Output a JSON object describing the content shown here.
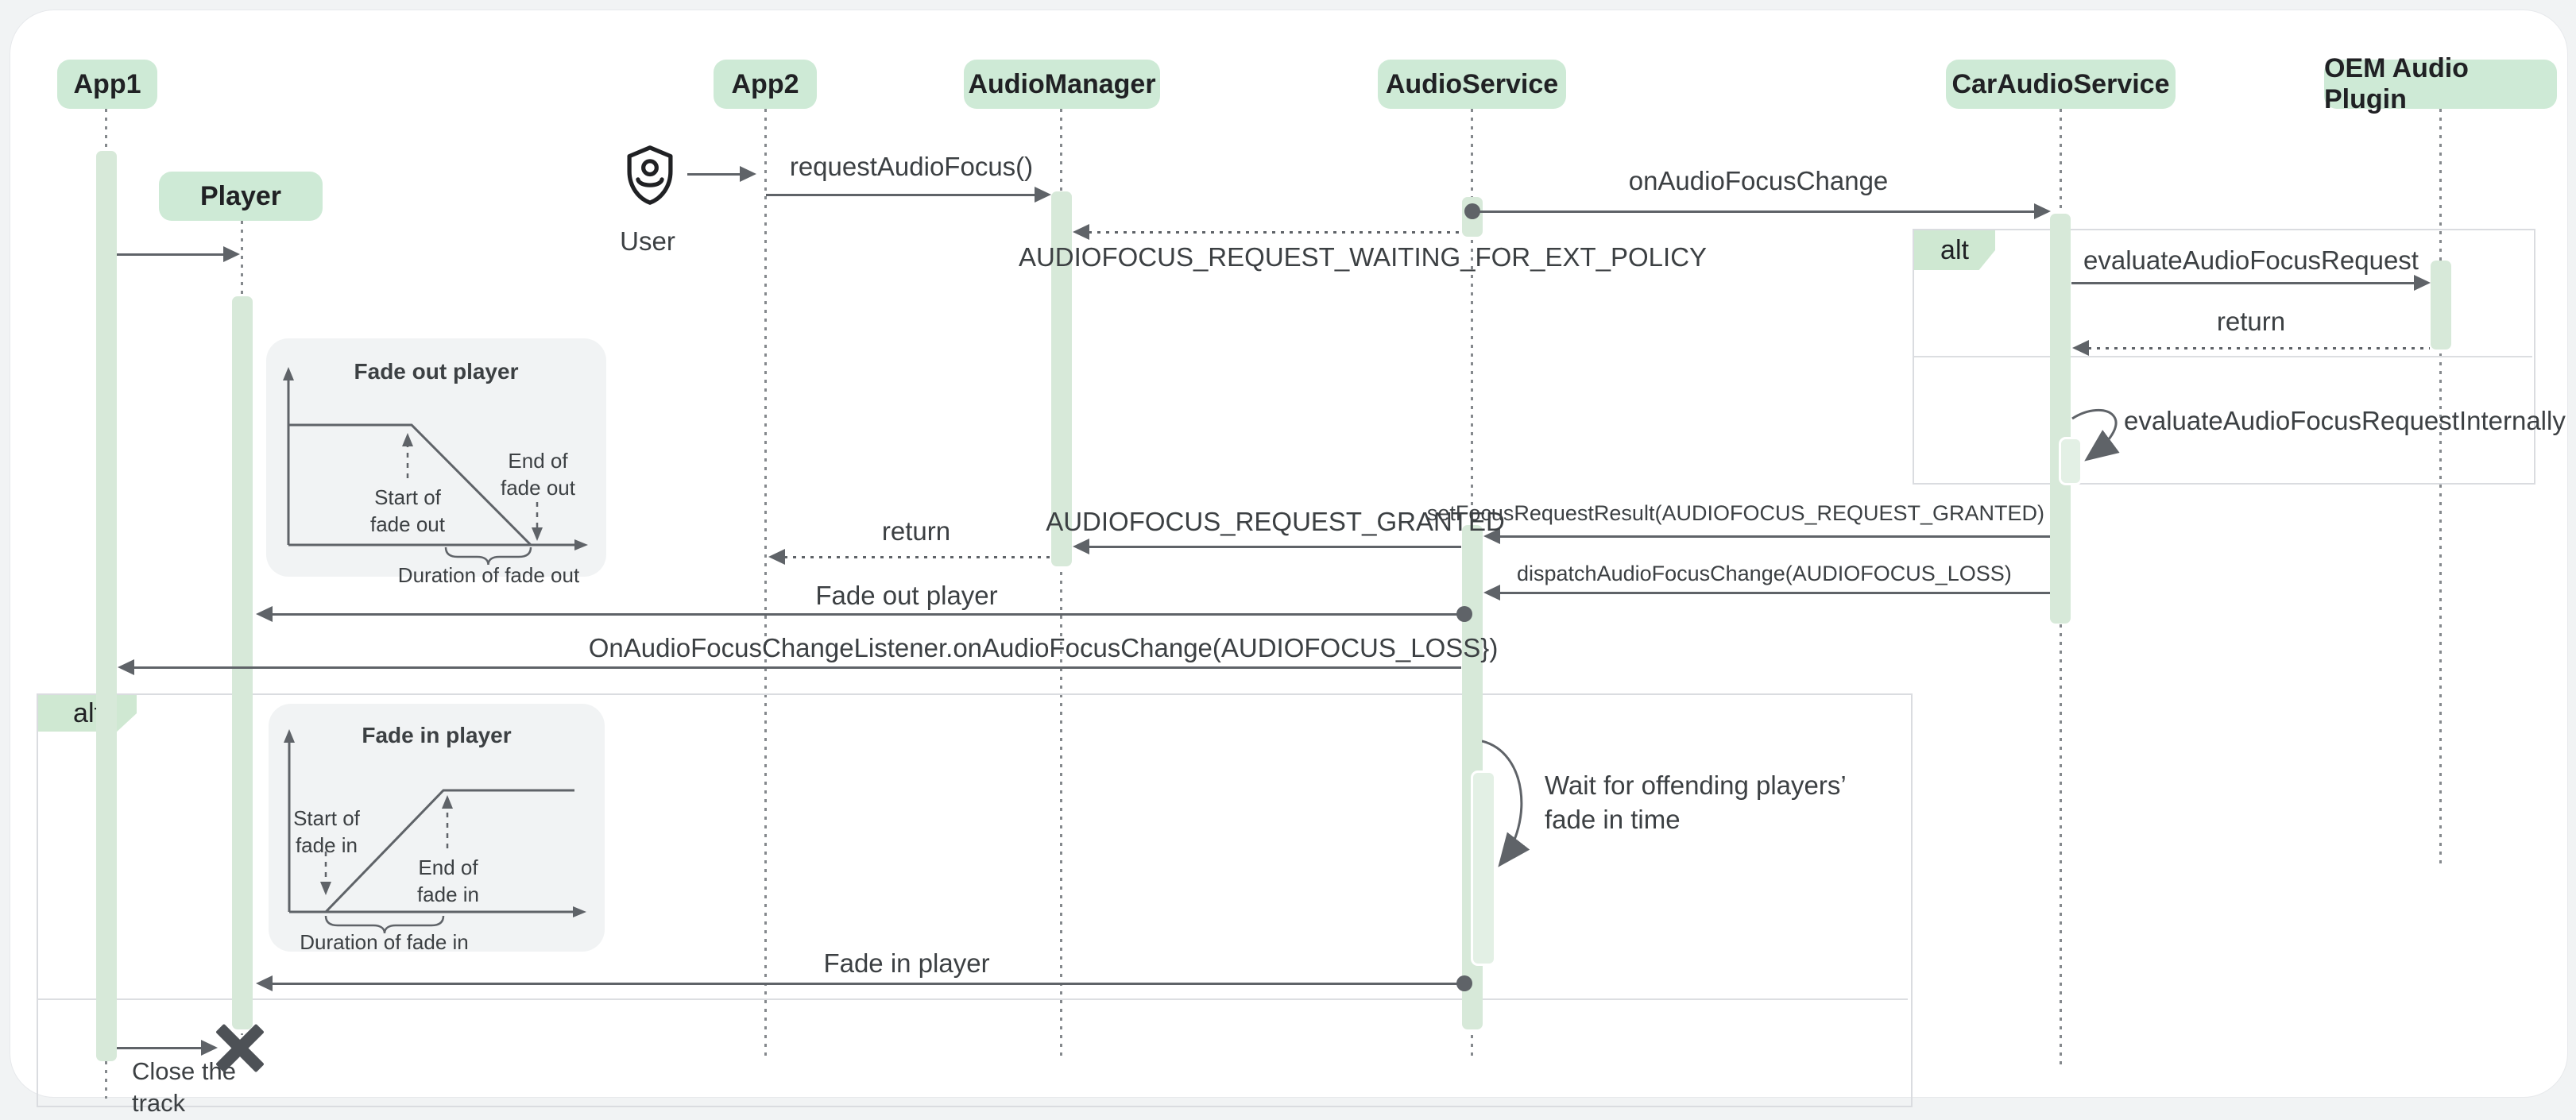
{
  "colors": {
    "participant_fill": "#ceead6",
    "activation_fill": "#d7e9d9",
    "frame_label_fill": "#cfe8d2",
    "line": "#5f6368",
    "text": "#3c4043",
    "title_text": "#202124",
    "inset_bg": "#f1f3f4",
    "canvas_bg": "#ffffff",
    "page_bg": "#f1f3f4"
  },
  "actor": {
    "label": "User"
  },
  "participants": [
    {
      "label": "App1"
    },
    {
      "label": "Player"
    },
    {
      "label": "App2"
    },
    {
      "label": "AudioManager"
    },
    {
      "label": "AudioService"
    },
    {
      "label": "CarAudioService"
    },
    {
      "label": "OEM Audio Plugin"
    }
  ],
  "frames": {
    "alt_right": {
      "label": "alt"
    },
    "alt_left": {
      "label": "alt"
    }
  },
  "messages": {
    "request_audio_focus": "requestAudioFocus()",
    "on_audio_focus_change": "onAudioFocusChange",
    "waiting_ext_policy": "AUDIOFOCUS_REQUEST_WAITING_FOR_EXT_POLICY",
    "evaluate_request": "evaluateAudioFocusRequest",
    "return_oem": "return",
    "evaluate_internally": "evaluateAudioFocusRequestInternally",
    "set_focus_result": "setFocusRequestResult(AUDIOFOCUS_REQUEST_GRANTED)",
    "request_granted": "AUDIOFOCUS_REQUEST_GRANTED",
    "return_app2": "return",
    "dispatch_change": "dispatchAudioFocusChange(AUDIOFOCUS_LOSS)",
    "fade_out_player": "Fade out player",
    "on_change_listener": "OnAudioFocusChangeListener.onAudioFocusChange(AUDIOFOCUS_LOSS})",
    "fade_in_player": "Fade in player"
  },
  "notes": {
    "wait_fade_in": "Wait for offending players’ fade in time",
    "close_track": "Close the track"
  },
  "insets": {
    "fade_out": {
      "title": "Fade out player",
      "start": "Start of fade out",
      "end": "End of fade out",
      "duration": "Duration of fade out"
    },
    "fade_in": {
      "title": "Fade in player",
      "start": "Start of fade in",
      "end": "End of fade in",
      "duration": "Duration of fade in"
    }
  }
}
